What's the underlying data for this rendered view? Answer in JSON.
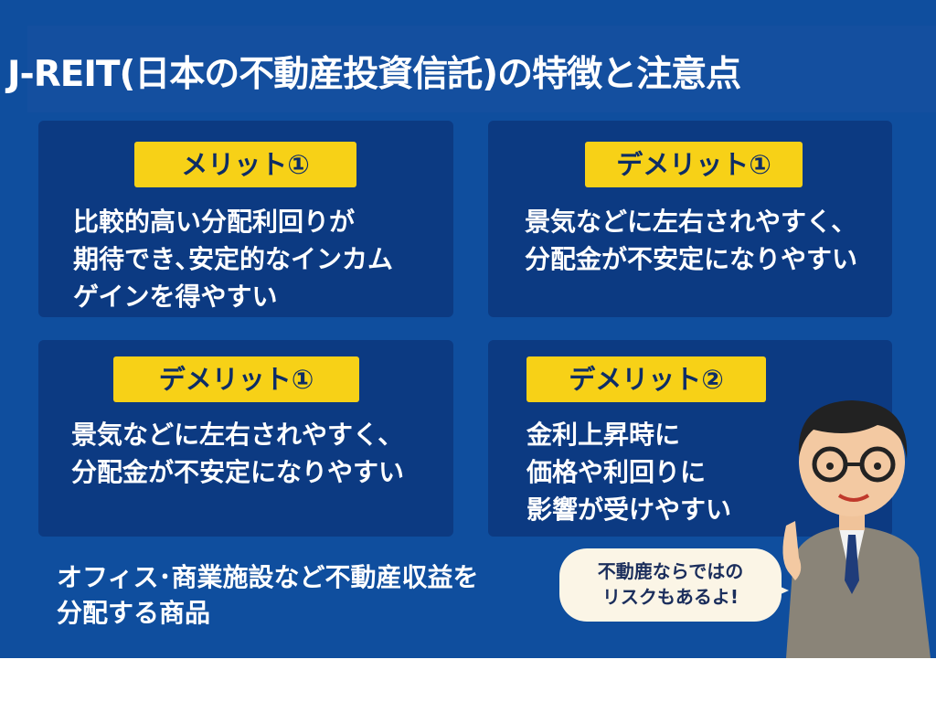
{
  "title": "J-REIT(日本の不動産投資信託)の特徴と注意点",
  "cards": [
    {
      "label": "メリット①",
      "body": "比較的高い分配利回りが\n期待でき､安定的なインカム\nゲインを得やすい"
    },
    {
      "label": "デメリット①",
      "body": "景気などに左右されやすく､\n分配金が不安定になりやすい"
    },
    {
      "label": "デメリット①",
      "body": "景気などに左右されやすく､\n分配金が不安定になりやすい"
    },
    {
      "label": "デメリット②",
      "body": "金利上昇時に\n価格や利回りに\n影響が受けやすい"
    }
  ],
  "note": "オフィス･商業施設など不動産収益を\n分配する商品",
  "bubble": "不動鹿ならではの\nリスクもあるよ!",
  "colors": {
    "background": "#0f4e9e",
    "card": "#0c3a82",
    "label": "#f7d117"
  }
}
